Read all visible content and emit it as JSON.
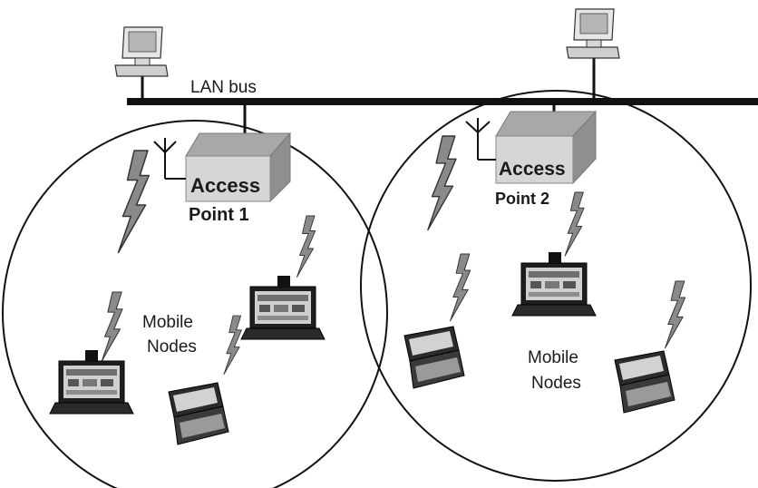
{
  "diagram": {
    "bus_label": "LAN bus",
    "access_points": [
      {
        "line1": "Access",
        "line2": "Point 1"
      },
      {
        "line1": "Access",
        "line2": "Point 2"
      }
    ],
    "cells": [
      {
        "nodes_line1": "Mobile",
        "nodes_line2": "Nodes"
      },
      {
        "nodes_line1": "Mobile",
        "nodes_line2": "Nodes"
      }
    ]
  },
  "colors": {
    "line": "#111111",
    "bolt": "#8a8a8a",
    "ap_front": "#d6d6d6",
    "ap_top": "#a8a8a8",
    "ap_side": "#8f8f8f"
  }
}
